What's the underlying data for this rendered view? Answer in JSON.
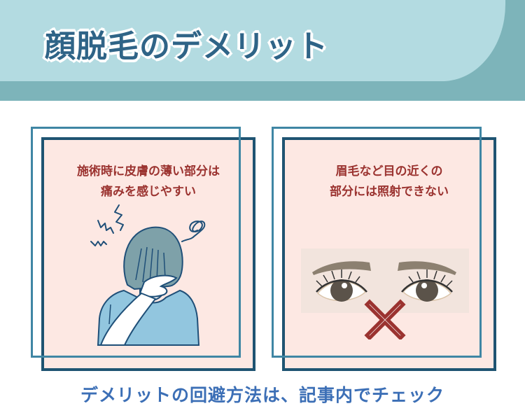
{
  "header": {
    "title": "顔脱毛のデメリット",
    "colors": {
      "band_light": "#b3dbe1",
      "band_dark": "#7db4ba",
      "title_text": "#2f6487",
      "title_outline": "#ffffff"
    }
  },
  "cards": [
    {
      "line1": "施術時に皮膚の薄い部分は",
      "line2": "痛みを感じやすい",
      "illustration": "woman-covering-face-in-pain",
      "icons": [
        "pain-squiggle-icon",
        "dizzy-swirl-icon"
      ]
    },
    {
      "line1": "眉毛など目の近くの",
      "line2": "部分には照射できない",
      "illustration": "eyes-and-eyebrows",
      "icons": [
        "cross-mark-icon"
      ]
    }
  ],
  "colors": {
    "card_bg": "#fde8e3",
    "frame_outer": "#3f86a4",
    "frame_inner": "#1f5472",
    "card_text": "#9b3330",
    "cross": "#9b3330",
    "footer_text": "#3c6fb6"
  },
  "footer": {
    "text": "デメリットの回避方法は、記事内でチェック"
  }
}
